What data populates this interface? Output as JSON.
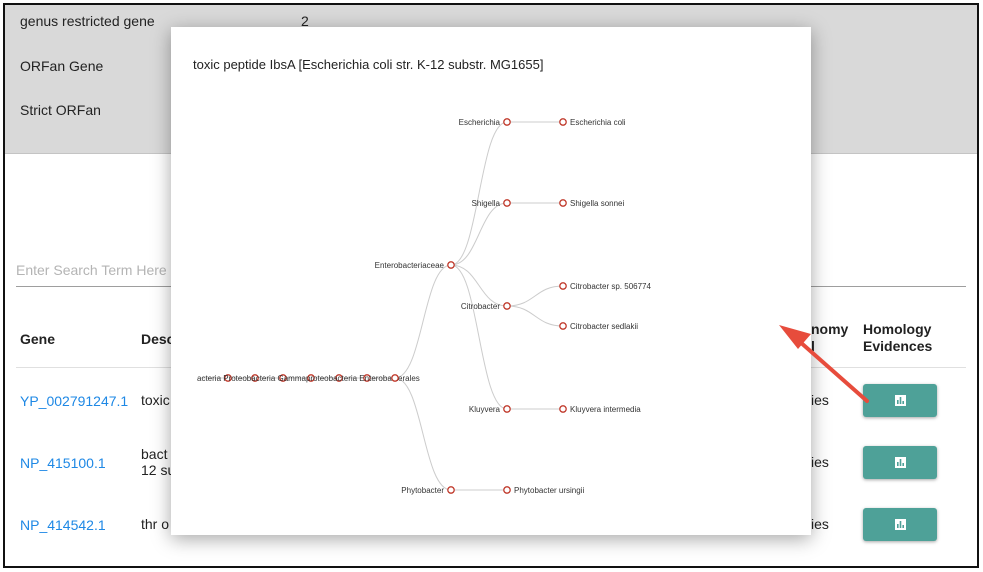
{
  "summary": {
    "rows": [
      {
        "label": "genus restricted gene",
        "value": "2"
      },
      {
        "label": "ORFan Gene",
        "value": ""
      },
      {
        "label": "Strict ORFan",
        "value": ""
      }
    ]
  },
  "search": {
    "placeholder": "Enter Search Term Here"
  },
  "table": {
    "headers": {
      "gene": "Gene",
      "description": "Desc",
      "taxonomy_1": "nomy",
      "taxonomy_2": "l",
      "homology_1": "Homology",
      "homology_2": "Evidences"
    },
    "rows": [
      {
        "gene": "YP_002791247.1",
        "desc_1": "toxic",
        "desc_2": "",
        "level": "ies"
      },
      {
        "gene": "NP_415100.1",
        "desc_1": "bact",
        "desc_2": "12 su",
        "level": "ies"
      },
      {
        "gene": "NP_414542.1",
        "desc_1": "thr o",
        "desc_2": "",
        "level": "ies"
      }
    ],
    "homology_icon": "bar-chart-icon"
  },
  "modal": {
    "title": "toxic peptide IbsA [Escherichia coli str. K-12 substr. MG1655]",
    "tree": {
      "root_chain_label": "acteria Proteobacteria Gammaproteobacteria Enterobacterales",
      "nodes": [
        {
          "id": "enterobacterales",
          "label": "Enterobacterales",
          "depth": 0,
          "parent": null
        },
        {
          "id": "enterobacteriaceae",
          "label": "Enterobacteriaceae",
          "depth": 1,
          "parent": "enterobacterales"
        },
        {
          "id": "phytobacter",
          "label": "Phytobacter",
          "depth": 1,
          "parent": "enterobacterales"
        },
        {
          "id": "escherichia",
          "label": "Escherichia",
          "depth": 2,
          "parent": "enterobacteriaceae"
        },
        {
          "id": "shigella",
          "label": "Shigella",
          "depth": 2,
          "parent": "enterobacteriaceae"
        },
        {
          "id": "citrobacter",
          "label": "Citrobacter",
          "depth": 2,
          "parent": "enterobacteriaceae"
        },
        {
          "id": "kluyvera",
          "label": "Kluyvera",
          "depth": 2,
          "parent": "enterobacteriaceae"
        },
        {
          "id": "escherichia-coli",
          "label": "Escherichia coli",
          "depth": 3,
          "parent": "escherichia"
        },
        {
          "id": "shigella-sonnei",
          "label": "Shigella sonnei",
          "depth": 3,
          "parent": "shigella"
        },
        {
          "id": "citrobacter-sp",
          "label": "Citrobacter sp. 506774",
          "depth": 3,
          "parent": "citrobacter"
        },
        {
          "id": "citrobacter-sedlakii",
          "label": "Citrobacter sedlakii",
          "depth": 3,
          "parent": "citrobacter"
        },
        {
          "id": "kluyvera-intermedia",
          "label": "Kluyvera intermedia",
          "depth": 3,
          "parent": "kluyvera"
        },
        {
          "id": "phytobacter-ursingii",
          "label": "Phytobacter ursingii",
          "depth": 2,
          "parent": "phytobacter"
        }
      ]
    }
  },
  "colors": {
    "summary_bg": "#d9d9d9",
    "link": "#1e88e5",
    "button": "#4ea198",
    "arrow": "#e74c3c",
    "node_stroke": "#c0392b",
    "edge": "#cccccc"
  }
}
